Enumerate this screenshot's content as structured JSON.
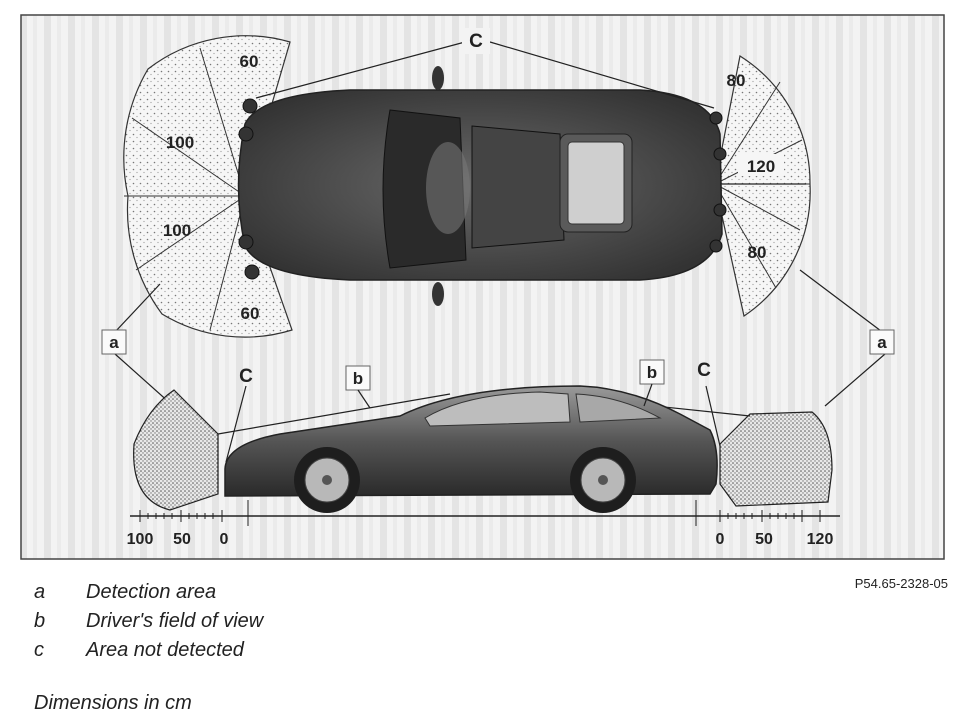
{
  "diagram": {
    "figure_code": "P54.65-2328-05",
    "top_view": {
      "callout_c": "C",
      "front_labels": [
        "60",
        "100",
        "100",
        "60"
      ],
      "rear_labels": [
        "80",
        "120",
        "80"
      ],
      "callout_a_left": "a",
      "callout_a_right": "a"
    },
    "side_view": {
      "callout_c_front": "C",
      "callout_c_rear": "C",
      "callout_b_front": "b",
      "callout_b_rear": "b",
      "scale_front": [
        "100",
        "50",
        "0"
      ],
      "scale_rear": [
        "0",
        "50",
        "120"
      ]
    },
    "legend": [
      {
        "key": "a",
        "text": "Detection area"
      },
      {
        "key": "b",
        "text": "Driver's field of view"
      },
      {
        "key": "c",
        "text": "Area not detected"
      }
    ],
    "note": "Dimensions in cm"
  }
}
